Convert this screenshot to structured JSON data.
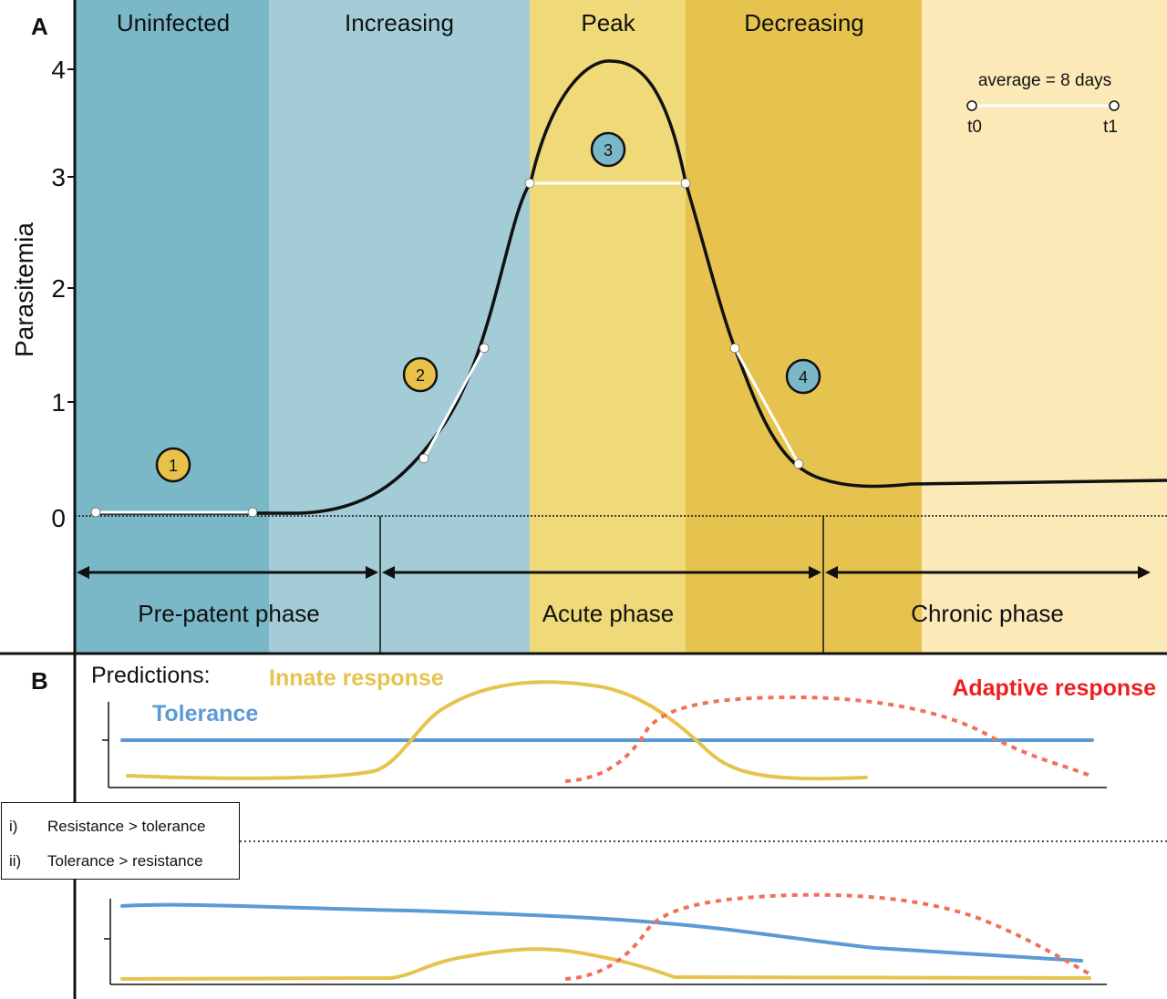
{
  "panel_a": {
    "label": "A",
    "y_axis_label": "Parasitemia",
    "y_ticks": [
      "0",
      "1",
      "2",
      "3",
      "4"
    ],
    "stages": [
      {
        "name": "Uninfected",
        "color": "#7ab8c8"
      },
      {
        "name": "Increasing",
        "color": "#a3ccd7"
      },
      {
        "name": "Peak",
        "color": "#efd978"
      },
      {
        "name": "Decreasing",
        "color": "#e6c34f"
      },
      {
        "name": "",
        "color": "#fce9b8"
      }
    ],
    "phases": [
      "Pre-patent phase",
      "Acute phase",
      "Chronic phase"
    ],
    "markers": [
      {
        "id": "1",
        "color": "#e8c14a"
      },
      {
        "id": "2",
        "color": "#e8c14a"
      },
      {
        "id": "3",
        "color": "#7ab8c8"
      },
      {
        "id": "4",
        "color": "#7ab8c8"
      }
    ],
    "scale_bar": {
      "label": "average = 8 days",
      "start": "t0",
      "end": "t1"
    }
  },
  "panel_b": {
    "label": "B",
    "predictions_label": "Predictions:",
    "series": {
      "innate": {
        "name": "Innate response",
        "color": "#e6c34f"
      },
      "adaptive": {
        "name": "Adaptive response",
        "color": "#f0715a"
      },
      "tolerance": {
        "name": "Tolerance",
        "color": "#5b9bd5"
      }
    },
    "legend": [
      {
        "num": "i)",
        "text": "Resistance > tolerance"
      },
      {
        "num": "ii)",
        "text": "Tolerance > resistance"
      }
    ]
  }
}
